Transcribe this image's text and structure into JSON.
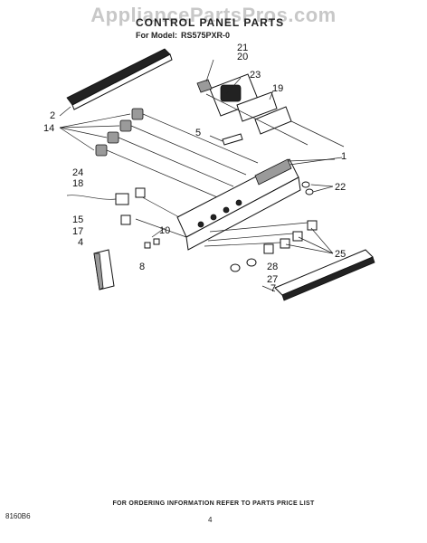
{
  "watermark": "AppliancePartsPros.com",
  "title": "CONTROL PANEL PARTS",
  "model": {
    "label": "For Model:",
    "value": "RS575PXR-0"
  },
  "callouts": {
    "c1": "1",
    "c2": "2",
    "c4": "4",
    "c5": "5",
    "c7": "7",
    "c8": "8",
    "c10": "10",
    "c14": "14",
    "c15": "15",
    "c17": "17",
    "c18": "18",
    "c19": "19",
    "c20": "20",
    "c21": "21",
    "c22": "22",
    "c23": "23",
    "c24": "24",
    "c25": "25",
    "c27": "27",
    "c28": "28"
  },
  "footer": "FOR ORDERING INFORMATION REFER TO PARTS PRICE LIST",
  "drawing_number": "8160B6",
  "page_number": "4"
}
